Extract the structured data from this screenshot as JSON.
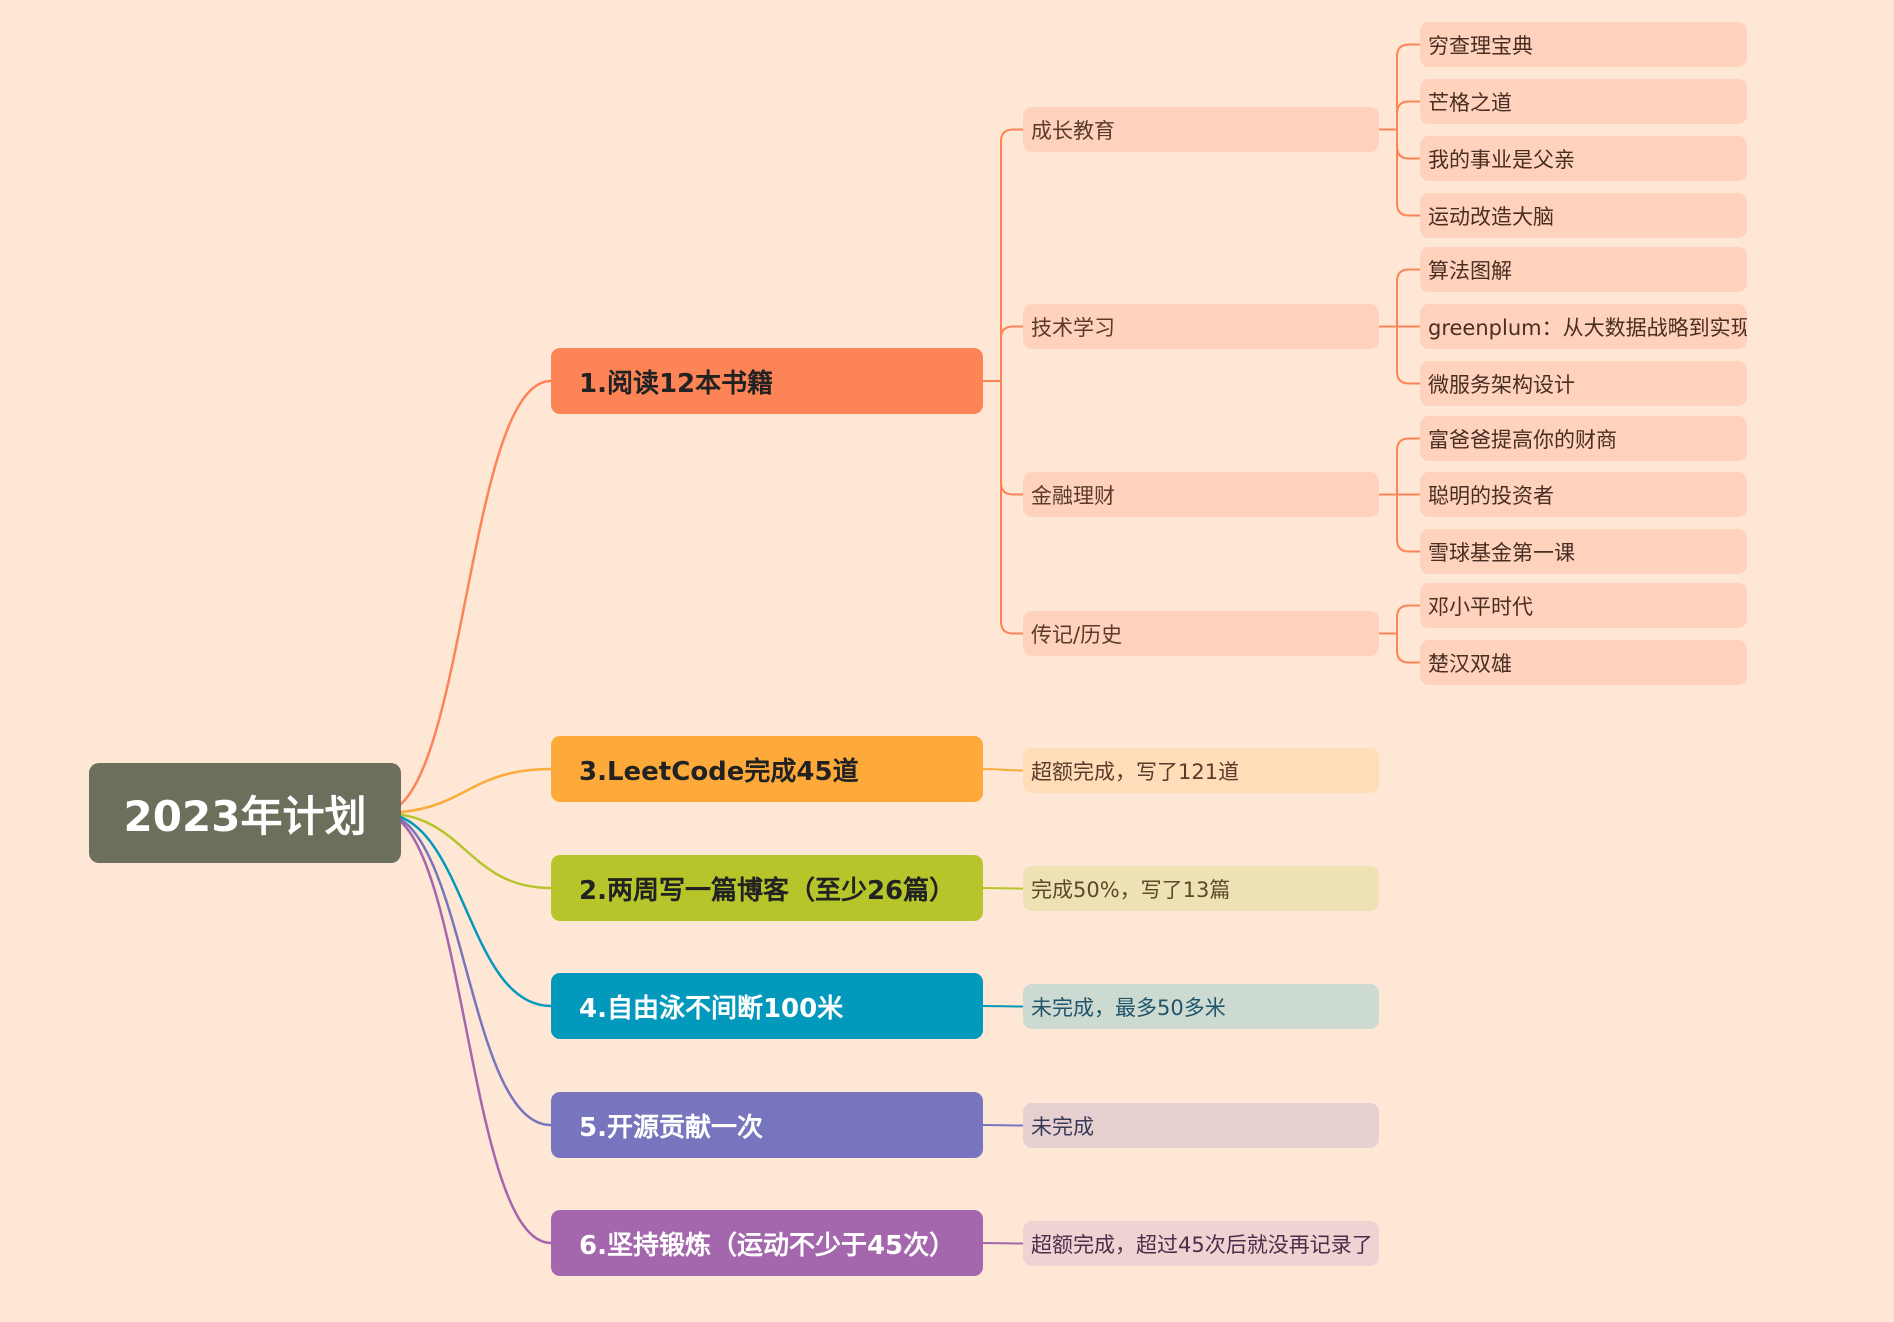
{
  "root": {
    "label": "2023年计划",
    "color": "#6B6F5B"
  },
  "goals": [
    {
      "label": "1.阅读12本书籍",
      "color": "#FC8456",
      "text_color": "#222222",
      "categories": [
        {
          "label": "成长教育",
          "books": [
            "穷查理宝典",
            "芒格之道",
            "我的事业是父亲",
            "运动改造大脑"
          ]
        },
        {
          "label": "技术学习",
          "books": [
            "算法图解",
            "greenplum：从大数据战略到实现",
            "微服务架构设计"
          ]
        },
        {
          "label": "金融理财",
          "books": [
            "富爸爸提高你的财商",
            "聪明的投资者",
            "雪球基金第一课"
          ]
        },
        {
          "label": "传记/历史",
          "books": [
            "邓小平时代",
            "楚汉双雄"
          ]
        }
      ]
    },
    {
      "label": "3.LeetCode完成45道",
      "color": "#FDAA3A",
      "text_color": "#222222",
      "result": {
        "label": "超额完成，写了121道",
        "bg": "#FFDDB8",
        "text_color": "#5A3A2A"
      }
    },
    {
      "label": "2.两周写一篇博客（至少26篇）",
      "color": "#B6C62A",
      "text_color": "#222222",
      "result": {
        "label": "完成50%，写了13篇",
        "bg": "#EEE1B4",
        "text_color": "#5A4A2A"
      }
    },
    {
      "label": "4.自由泳不间断100米",
      "color": "#0399BC",
      "text_color": "#FFFFFF",
      "result": {
        "label": "未完成，最多50多米",
        "bg": "#CCDAD2",
        "text_color": "#21556A"
      }
    },
    {
      "label": "5.开源贡献一次",
      "color": "#7775BE",
      "text_color": "#FFFFFF",
      "result": {
        "label": "未完成",
        "bg": "#E6D1D0",
        "text_color": "#3A3A5A"
      }
    },
    {
      "label": "6.坚持锻炼（运动不少于45次）",
      "color": "#A466AC",
      "text_color": "#FFFFFF",
      "result": {
        "label": "超额完成，超过45次后就没再记录了",
        "bg": "#EED3D2",
        "text_color": "#4A2E4A"
      }
    }
  ],
  "colors": {
    "background": "#FFE7D6",
    "category_bg": "#FFD2BD",
    "leaf_bg": "#FFD2BD"
  }
}
